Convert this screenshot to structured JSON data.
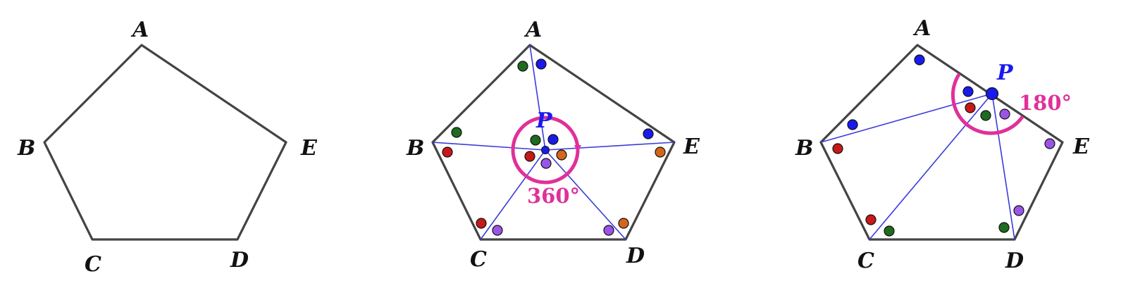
{
  "colors": {
    "outline": "#444444",
    "segment": "#3b3bdd",
    "point_P": "#1a1aee",
    "angle": "#e0309a",
    "dot_blue": "#1a1aee",
    "dot_green": "#1f6b1f",
    "dot_red": "#c81818",
    "dot_orange": "#d4661c",
    "dot_purple": "#9a55e8"
  },
  "panels": [
    {
      "vertex_labels": {
        "A": "A",
        "B": "B",
        "C": "C",
        "D": "D",
        "E": "E"
      }
    },
    {
      "vertex_labels": {
        "A": "A",
        "B": "B",
        "C": "C",
        "D": "D",
        "E": "E"
      },
      "point_label": "P",
      "angle_label": "360°",
      "angle_marker": "full-circle"
    },
    {
      "vertex_labels": {
        "A": "A",
        "B": "B",
        "C": "C",
        "D": "D",
        "E": "E"
      },
      "point_label": "P",
      "angle_label": "180°",
      "angle_marker": "semicircle"
    }
  ]
}
